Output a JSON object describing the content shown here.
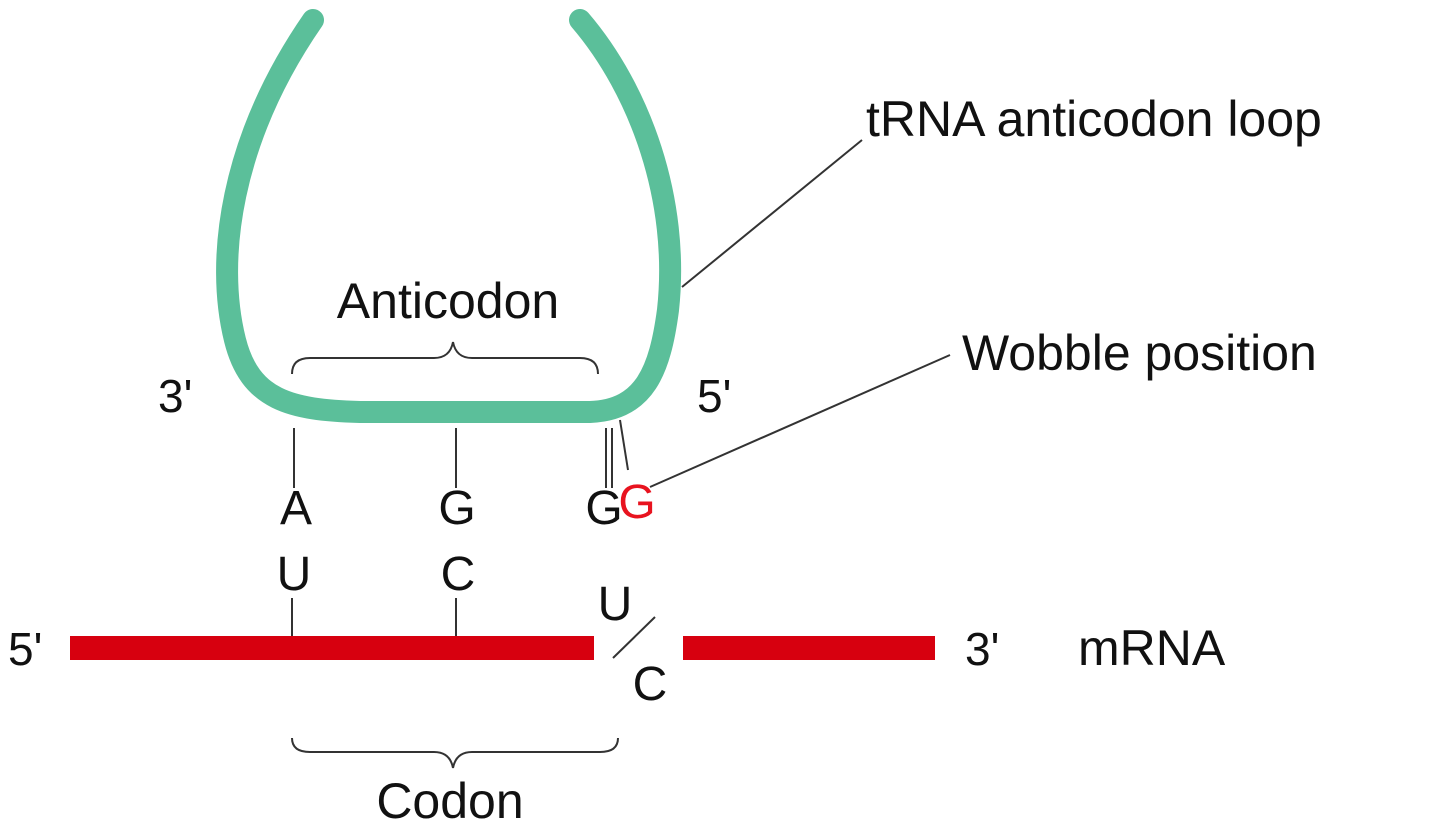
{
  "labels": {
    "trna_anticodon_loop": "tRNA anticodon loop",
    "anticodon": "Anticodon",
    "wobble_position": "Wobble position",
    "codon": "Codon",
    "mrna": "mRNA",
    "trna_3_prime": "3'",
    "trna_5_prime": "5'",
    "mrna_5_prime": "5'",
    "mrna_3_prime": "3'"
  },
  "anticodon_bases": [
    "A",
    "G",
    "G",
    "G"
  ],
  "codon_bases": [
    "U",
    "C",
    "U",
    "C"
  ],
  "colors": {
    "trna": "#5bbf9a",
    "mrna": "#d7000f",
    "wobble_base": "#e8131f",
    "text": "#111111",
    "lines": "#333333"
  }
}
